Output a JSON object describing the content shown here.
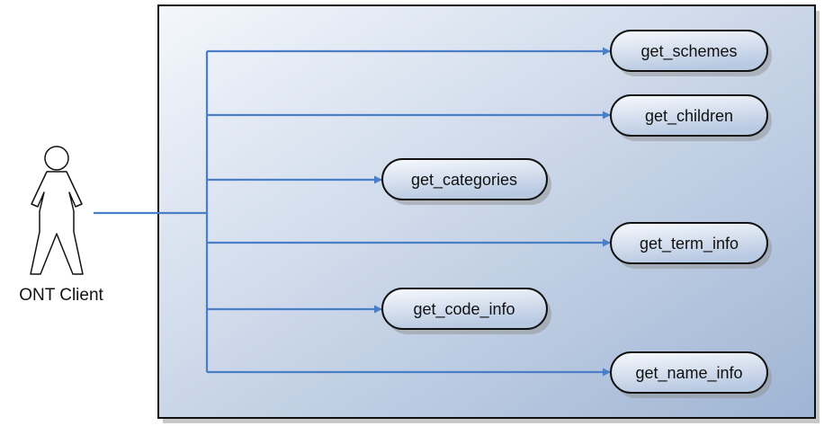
{
  "diagram": {
    "actor": {
      "label": "ONT Client",
      "icon": "person-icon"
    },
    "use_cases": [
      {
        "label": "get_schemes"
      },
      {
        "label": "get_children"
      },
      {
        "label": "get_categories"
      },
      {
        "label": "get_term_info"
      },
      {
        "label": "get_code_info"
      },
      {
        "label": "get_name_info"
      }
    ],
    "colors": {
      "connector": "#4a7ec7",
      "boundary_gradient_start": "#f4f7fc",
      "boundary_gradient_end": "#9fb5d4",
      "oval_gradient_start": "#f8fafd",
      "oval_gradient_end": "#b8c9e2",
      "outline": "#111111"
    }
  }
}
